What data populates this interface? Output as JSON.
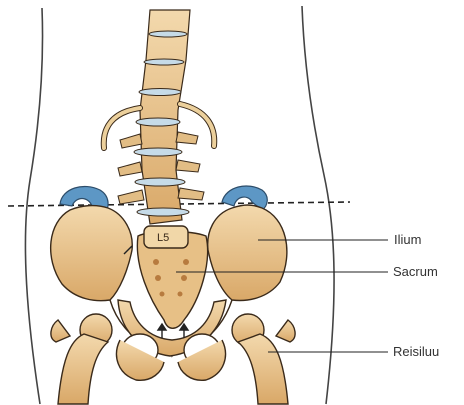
{
  "labels": {
    "ilium": "Ilium",
    "sacrum": "Sacrum",
    "reisiluu": "Reisiluu",
    "vertebra": "L5"
  },
  "colors": {
    "bone": "#e9c58e",
    "bone_shadow": "#c9955a",
    "disc": "#c6dbe8",
    "iliac_crest": "#5d97c5",
    "outline": "#3a2a1a",
    "body_outline": "#444444"
  }
}
